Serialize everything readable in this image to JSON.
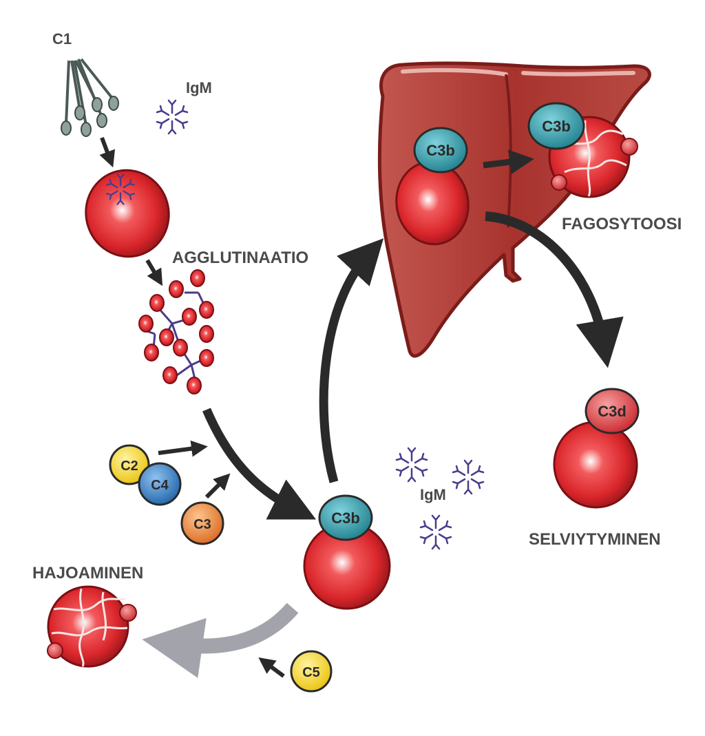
{
  "labels": {
    "c1": "C1",
    "igm_top": "IgM",
    "igm_mid": "IgM",
    "agglutinaatio": "AGGLUTINAATIO",
    "fagosytoosi": "FAGOSYTOOSI",
    "selviytyminen": "SELVIYTYMINEN",
    "hajoaminen": "HAJOAMINEN"
  },
  "molecules": {
    "c2": "C2",
    "c4": "C4",
    "c3": "C3",
    "c5": "C5",
    "c3b_center": "C3b",
    "c3b_liver_left": "C3b",
    "c3b_liver_right": "C3b",
    "c3d": "C3d"
  },
  "colors": {
    "rbc": "#d9262b",
    "rbc_dark": "#8e1418",
    "liver": "#a8332e",
    "liver_outline": "#7a1c1a",
    "c3b": "#2b9aa8",
    "c2_c5": "#f3d11a",
    "c4": "#2f7fc8",
    "c3": "#e8843a",
    "c3d": "#d9262b",
    "igm": "#4b3a8c",
    "arrow": "#2a2a2a",
    "arrow_grey": "#a3a3ab"
  }
}
